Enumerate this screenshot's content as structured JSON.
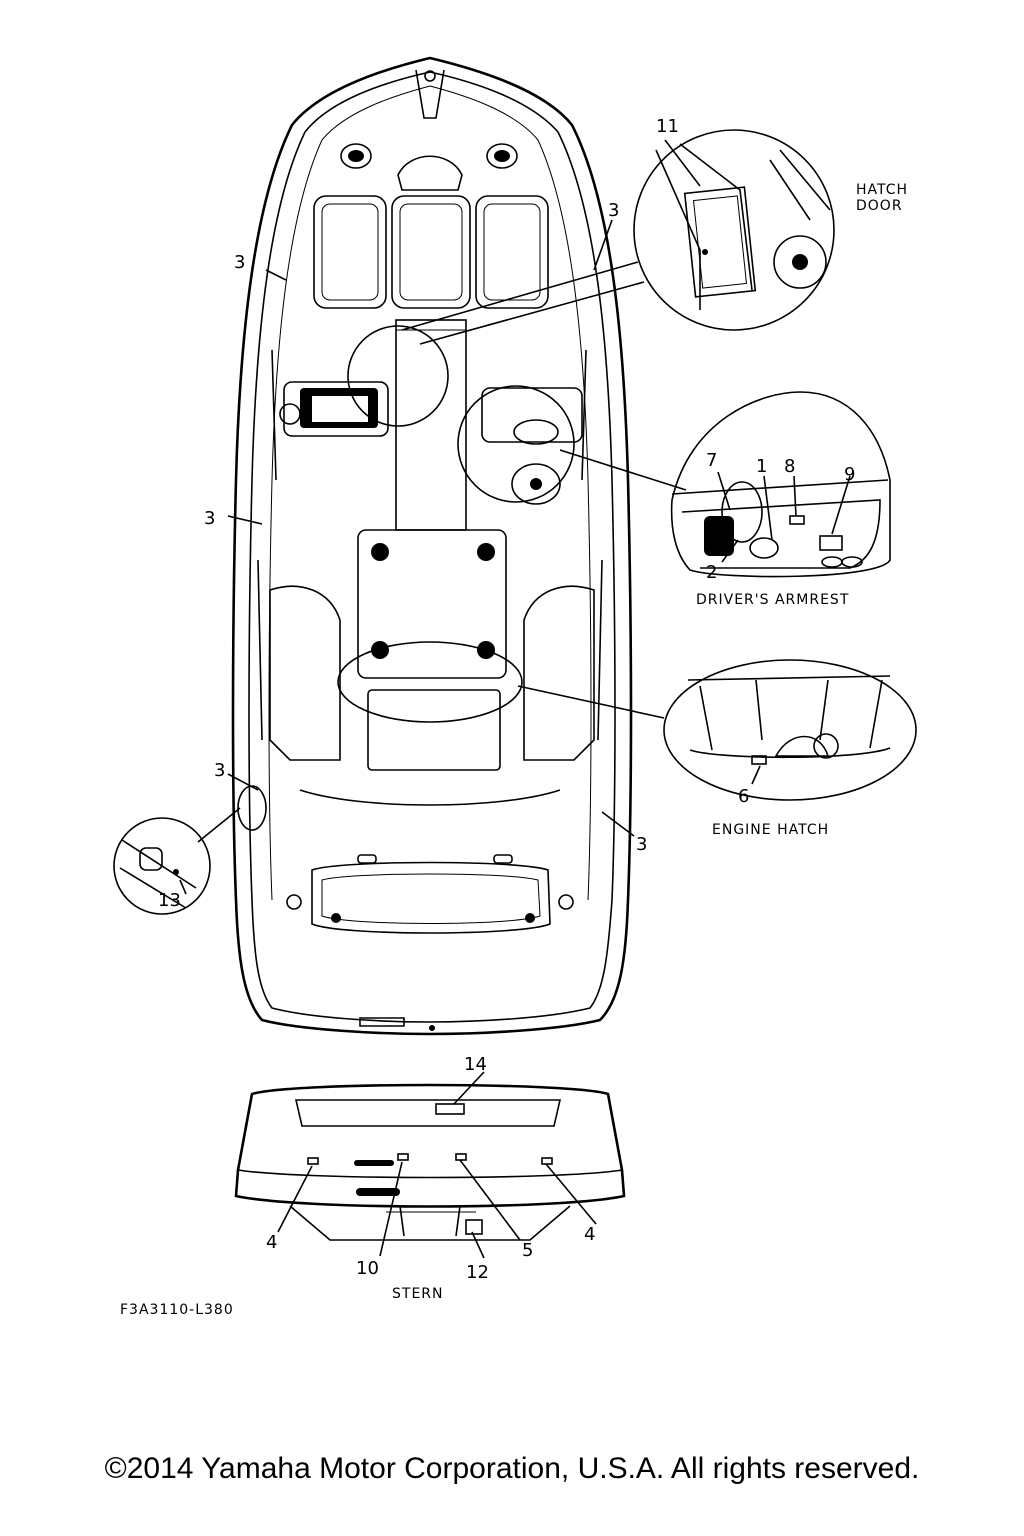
{
  "callouts": {
    "c1": "1",
    "c2": "2",
    "c3a": "3",
    "c3b": "3",
    "c3c": "3",
    "c3d": "3",
    "c3e": "3",
    "c4a": "4",
    "c4b": "4",
    "c5": "5",
    "c6": "6",
    "c7": "7",
    "c8": "8",
    "c9": "9",
    "c10": "10",
    "c11": "11",
    "c12": "12",
    "c13": "13",
    "c14": "14"
  },
  "captions": {
    "hatch_door_1": "HATCH",
    "hatch_door_2": "DOOR",
    "drivers_armrest": "DRIVER'S ARMREST",
    "engine_hatch": "ENGINE HATCH",
    "stern": "STERN"
  },
  "figure_code": "F3A3110-L380",
  "copyright": "©2014 Yamaha Motor Corporation, U.S.A. All rights reserved."
}
